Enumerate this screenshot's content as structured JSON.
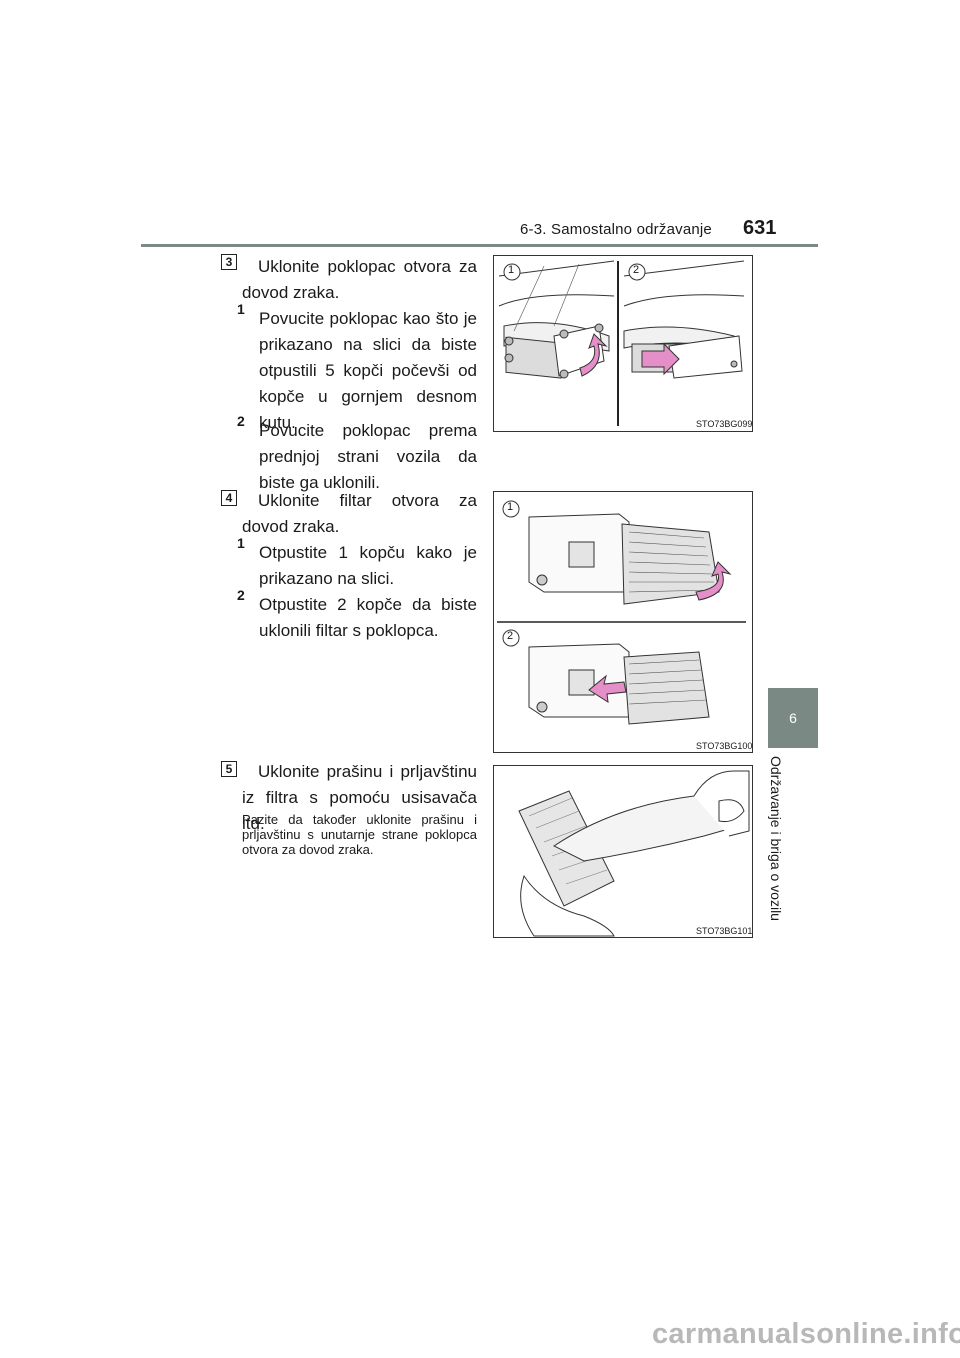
{
  "header": {
    "section": "6-3. Samostalno održavanje",
    "page_number": "631"
  },
  "side_tab": {
    "chapter_number": "6",
    "chapter_title": "Održavanje i briga o vozilu"
  },
  "steps": [
    {
      "number": "3",
      "text": "Uklonite poklopac otvora za dovod zraka.",
      "substeps": [
        {
          "number": "1",
          "text": "Povucite poklopac kao što je prikazano na slici da biste otpustili 5 kopči počevši od kopče u gornjem desnom kutu."
        },
        {
          "number": "2",
          "text": "Povucite poklopac prema prednjoj strani vozila da biste ga uklonili."
        }
      ],
      "figure_code": "STO73BG099",
      "figure_labels": [
        "1",
        "2"
      ]
    },
    {
      "number": "4",
      "text": "Uklonite filtar otvora za dovod zraka.",
      "substeps": [
        {
          "number": "1",
          "text": "Otpustite 1 kopču kako je prikazano na slici."
        },
        {
          "number": "2",
          "text": "Otpustite 2 kopče da biste uklonili filtar s poklopca."
        }
      ],
      "figure_code": "STO73BG100",
      "figure_labels": [
        "1",
        "2"
      ]
    },
    {
      "number": "5",
      "text": "Uklonite prašinu i prljavštinu iz filtra s pomoću usisavača itd.",
      "note": "Pazite da također uklonite prašinu i prljavštinu s unutarnje strane poklopca otvora za dovod zraka.",
      "figure_code": "STO73BG101"
    }
  ],
  "colors": {
    "accent_tab": "#7b8985",
    "arrow_pink": "#e58fc8"
  },
  "watermark": "carmanualsonline.info"
}
